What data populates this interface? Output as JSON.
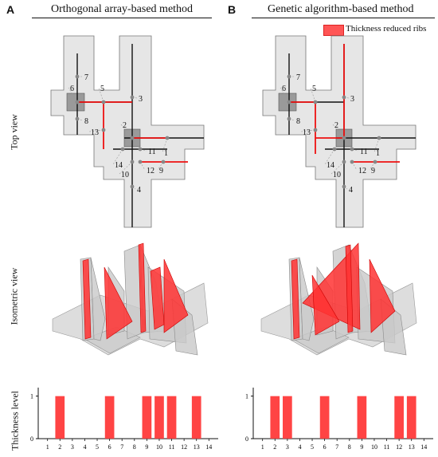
{
  "panels": [
    {
      "letter": "A",
      "title": "Orthogonal array-based method"
    },
    {
      "letter": "B",
      "title": "Genetic algorithm-based method"
    }
  ],
  "legend": {
    "label": "Thickness reduced ribs",
    "color": "#f44"
  },
  "row_labels": {
    "top": "Top view",
    "iso": "Isometric view",
    "bar": "Thickness level"
  },
  "rib_labels": [
    "1",
    "2",
    "3",
    "4",
    "5",
    "6",
    "7",
    "8",
    "9",
    "10",
    "11",
    "12",
    "13",
    "14"
  ],
  "chart_data": [
    {
      "type": "bar",
      "panel": "A",
      "categories": [
        1,
        2,
        3,
        4,
        5,
        6,
        7,
        8,
        9,
        10,
        11,
        12,
        13,
        14
      ],
      "values": [
        0,
        1,
        0,
        0,
        0,
        1,
        0,
        0,
        1,
        1,
        1,
        0,
        1,
        0
      ],
      "ylabel": "Thickness level",
      "y_ticks": [
        "0",
        "1"
      ],
      "ylim": [
        0,
        1.2
      ],
      "color": "#f44"
    },
    {
      "type": "bar",
      "panel": "B",
      "categories": [
        1,
        2,
        3,
        4,
        5,
        6,
        7,
        8,
        9,
        10,
        11,
        12,
        13,
        14
      ],
      "values": [
        0,
        1,
        1,
        0,
        0,
        1,
        0,
        0,
        1,
        0,
        0,
        1,
        1,
        0
      ],
      "y_ticks": [
        "0",
        "1"
      ],
      "ylim": [
        0,
        1.2
      ],
      "color": "#f44"
    }
  ]
}
